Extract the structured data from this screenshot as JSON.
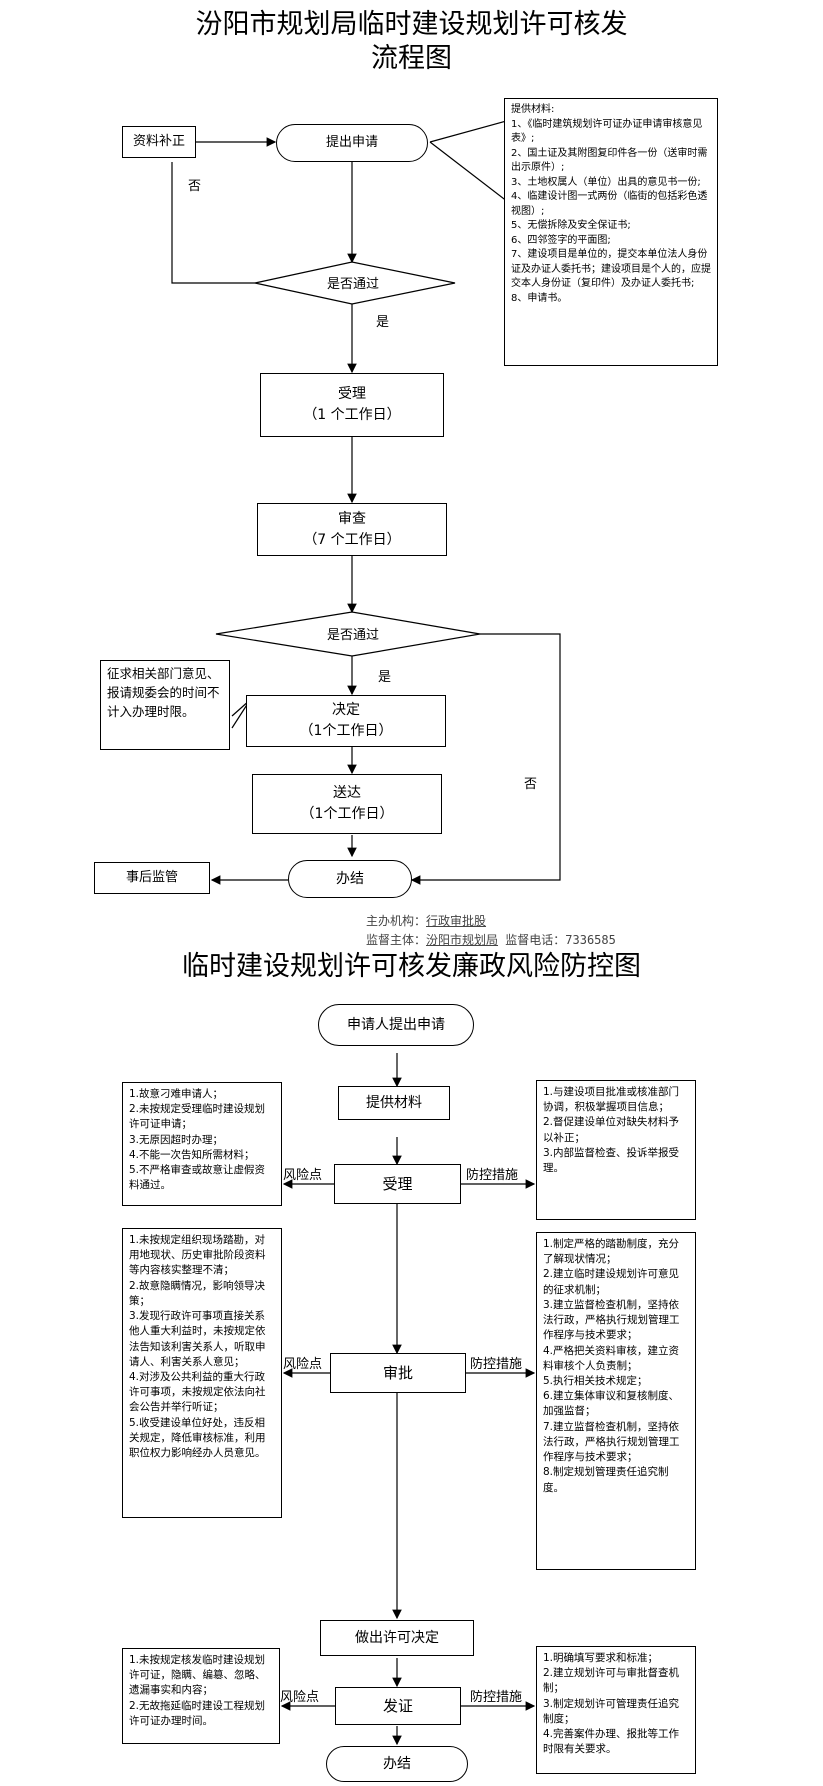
{
  "flowchart": {
    "title_line1": "汾阳市规划局临时建设规划许可核发",
    "title_line2": "流程图",
    "supplement_box": "资料补正",
    "submit_application": "提出申请",
    "pass_question_1": "是否通过",
    "label_no_1": "否",
    "label_yes_1": "是",
    "accept": {
      "label": "受理",
      "duration": "（1 个工作日）"
    },
    "review": {
      "label": "审查",
      "duration": "（7 个工作日）"
    },
    "pass_question_2": "是否通过",
    "label_yes_2": "是",
    "label_no_2": "否",
    "decision": {
      "label": "决定",
      "duration": "（1个工作日）"
    },
    "deliver": {
      "label": "送达",
      "duration": "（1个工作日）"
    },
    "finish": "办结",
    "post_supervision": "事后监管",
    "consult_note": "征求相关部门意见、报请规委会的时间不计入办理时限。",
    "materials_title": "提供材料:",
    "materials": [
      "1、《临时建筑规划许可证办证申请审核意见表》;",
      "2、国土证及其附图复印件各一份（送审时需出示原件）;",
      "3、土地权属人（单位）出具的意见书一份;",
      "4、临建设计图一式两份（临街的包括彩色透视图）;",
      "5、无偿拆除及安全保证书;",
      "6、四邻签字的平面图;",
      "7、建设项目是单位的，提交本单位法人身份证及办证人委托书；建设项目是个人的，应提交本人身份证（复印件）及办证人委托书;",
      "8、申请书。"
    ],
    "footer_org_label": "主办机构：",
    "footer_org_value": "行政审批股",
    "footer_sup_label": "监督主体：",
    "footer_sup_value": "汾阳市规划局",
    "footer_phone_label": "监督电话：",
    "footer_phone_value": "7336585"
  },
  "risk": {
    "title": "临时建设规划许可核发廉政风险防控图",
    "applicant_submit": "申请人提出申请",
    "provide_materials": "提供材料",
    "accept": "受理",
    "approve": "审批",
    "make_decision": "做出许可决定",
    "issue_license": "发证",
    "finish": "办结",
    "risk_label": "风险点",
    "control_label": "防控措施",
    "accept_risks": [
      "1.故意刁难申请人；",
      "2.未按规定受理临时建设规划许可证申请；",
      "3.无原因超时办理；",
      "4.不能一次告知所需材料；",
      "5.不严格审查或故意让虚假资料通过。"
    ],
    "accept_controls": [
      "1.与建设项目批准或核准部门协调，积极掌握项目信息；",
      "2.督促建设单位对缺失材料予以补正；",
      "3.内部监督检查、投诉举报受理。"
    ],
    "approve_risks": [
      "1.未按规定组织现场踏勘，对用地现状、历史审批阶段资料等内容核实整理不清；",
      "2.故意隐瞒情况，影响领导决策；",
      "3.发现行政许可事项直接关系他人重大利益时，未按规定依法告知该利害关系人，听取申请人、利害关系人意见；",
      "4.对涉及公共利益的重大行政许可事项，未按规定依法向社会公告并举行听证；",
      "5.收受建设单位好处，违反相关规定，降低审核标准，利用职位权力影响经办人员意见。"
    ],
    "approve_controls": [
      "1.制定严格的踏勘制度，充分了解现状情况；",
      "2.建立临时建设规划许可意见的征求机制；",
      "3.建立监督检查机制，坚持依法行政，严格执行规划管理工作程序与技术要求；",
      "4.严格把关资料审核，建立资料审核个人负责制；",
      "5.执行相关技术规定；",
      "6.建立集体审议和复核制度、加强监督；",
      "7.建立监督检查机制，坚持依法行政，严格执行规划管理工作程序与技术要求；",
      "8.制定规划管理责任追究制度。"
    ],
    "issue_risks": [
      "1.未按规定核发临时建设规划许可证，隐瞒、编簒、忽略、遗漏事实和内容；",
      "2.无故拖延临时建设工程规划许可证办理时间。"
    ],
    "issue_controls": [
      "1.明确填写要求和标准；",
      "2.建立规划许可与审批督查机制；",
      "3.制定规划许可管理责任追究制度；",
      "4.完善案件办理、报批等工作时限有关要求。"
    ]
  }
}
